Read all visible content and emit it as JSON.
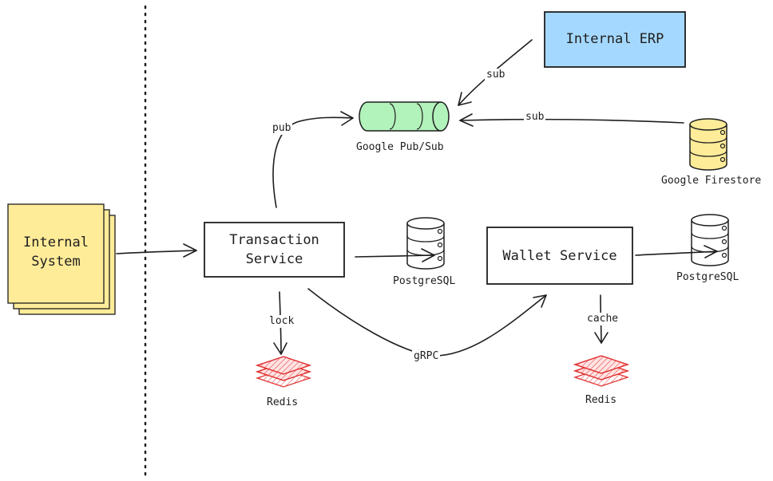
{
  "nodes": {
    "internal_system": {
      "label_line1": "Internal",
      "label_line2": "System",
      "color": "#ffec99"
    },
    "transaction_service": {
      "label_line1": "Transaction",
      "label_line2": "Service"
    },
    "wallet_service": {
      "label": "Wallet Service"
    },
    "internal_erp": {
      "label": "Internal ERP",
      "color": "#a5d8ff"
    },
    "google_pubsub": {
      "label": "Google Pub/Sub",
      "color": "#b2f2bb"
    },
    "google_firestore": {
      "label": "Google Firestore",
      "color": "#ffec99"
    },
    "postgres_tx": {
      "label": "PostgreSQL"
    },
    "postgres_wallet": {
      "label": "PostgreSQL"
    },
    "redis_tx": {
      "label": "Redis",
      "color": "#ff8787"
    },
    "redis_wallet": {
      "label": "Redis",
      "color": "#ff8787"
    }
  },
  "edges": {
    "pub": "pub",
    "sub_erp": "sub",
    "sub_firestore": "sub",
    "lock": "lock",
    "cache": "cache",
    "grpc": "gRPC"
  }
}
